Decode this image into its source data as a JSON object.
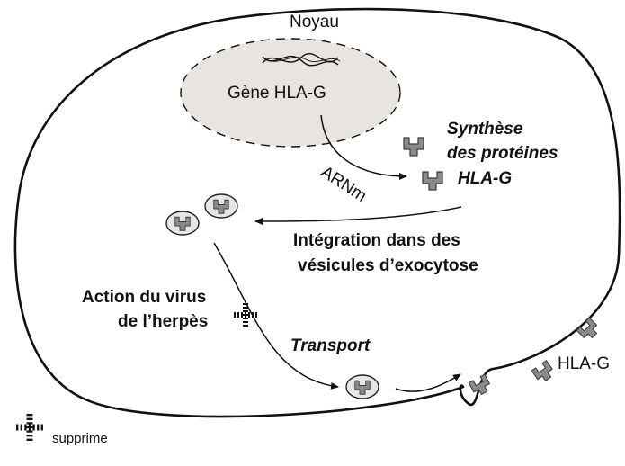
{
  "colors": {
    "outline": "#111111",
    "nucleus_fill": "#e8e5e1",
    "protein_fill": "#8c8a8c",
    "protein_stroke": "#3a3a3a",
    "vesicle_fill": "#e9e7e6",
    "hatch": "#111111"
  },
  "labels": {
    "noyau": "Noyau",
    "gene": "Gène HLA-G",
    "arnm": "ARNm",
    "synthese_line1": "Synthèse",
    "synthese_line2": "des protéines",
    "synthese_line3": "HLA-G",
    "integration_line1": "Intégration dans des",
    "integration_line2": "vésicules d’exocytose",
    "action_line1": "Action du virus",
    "action_line2": "de l’herpès",
    "transport": "Transport",
    "hla_g_membrane": "HLA-G",
    "legend_text": "supprime"
  },
  "icons": {
    "protein": "y-shaped-protein-icon",
    "vesicle": "vesicle-icon",
    "block": "hatched-cross-icon",
    "dna": "dna-helix-icon"
  }
}
